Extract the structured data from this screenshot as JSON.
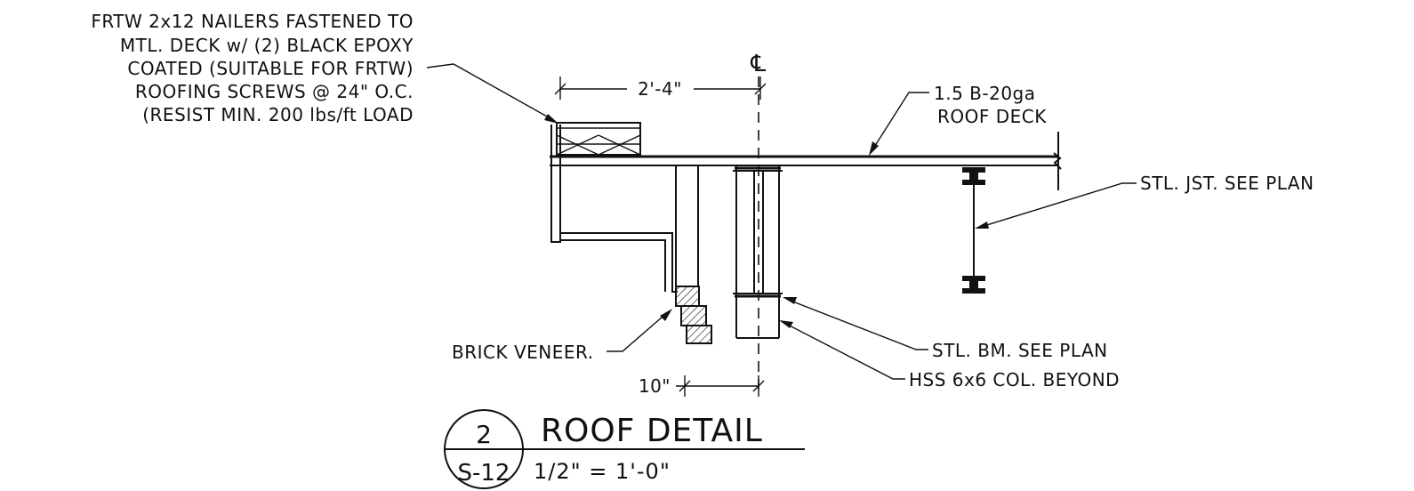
{
  "notes": {
    "nailer": [
      "FRTW 2x12  NAILERS FASTENED TO",
      "MTL. DECK w/ (2) BLACK EPOXY",
      "COATED (SUITABLE FOR FRTW)",
      "ROOFING SCREWS @ 24\" O.C.",
      "(RESIST MIN. 200 lbs/ft LOAD"
    ],
    "deck": [
      "1.5 B-20ga",
      "ROOF DECK"
    ],
    "joist": "STL. JST. SEE PLAN",
    "brick": "BRICK VENEER.",
    "beam": "STL. BM. SEE PLAN",
    "column": "HSS 6x6 COL. BEYOND"
  },
  "dimensions": {
    "top": "2'-4\"",
    "bottom": "10\"",
    "centerline": "℄"
  },
  "title_block": {
    "detail_number": "2",
    "sheet": "S-12",
    "title": "ROOF DETAIL",
    "scale": "1/2\" = 1'-0\""
  }
}
